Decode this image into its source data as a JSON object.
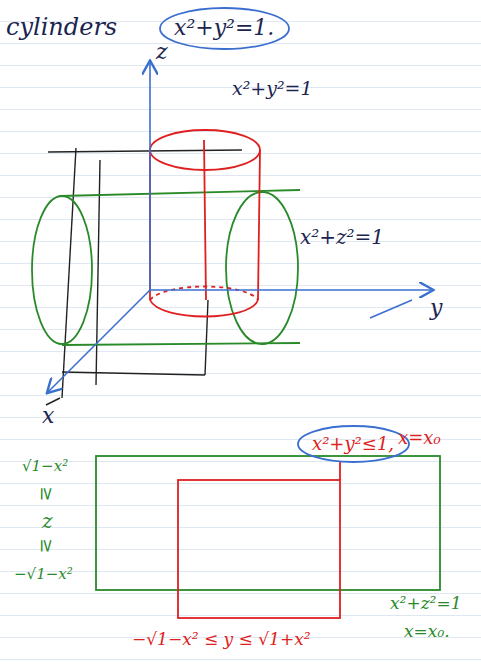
{
  "diagram": {
    "nodes": [
      {
        "text": [
          "x²+y²=1."
        ]
      },
      {
        "text": [
          "x²+y²≤1,"
        ]
      }
    ],
    "labels": [
      "cylinders",
      "z",
      "x²+y²=1",
      "x²+z²=1",
      "y",
      "x",
      "x=x₀",
      "√1−x²",
      "≥",
      "z",
      "≥",
      "−√1−x²",
      "−√1−x² ≤ y ≤ √1+x²",
      "x²+z²=1",
      "x=x₀."
    ]
  }
}
